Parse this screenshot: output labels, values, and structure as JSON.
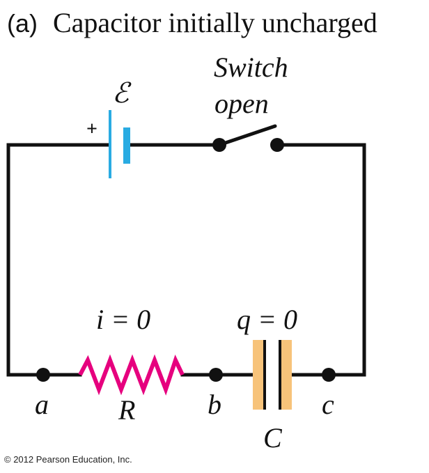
{
  "title": {
    "label": "(a)",
    "text": "Capacitor initially uncharged"
  },
  "battery": {
    "emf_symbol": "ℰ",
    "plus_sign": "+"
  },
  "switch": {
    "line1": "Switch",
    "line2": "open"
  },
  "resistor": {
    "current_label": "i = 0",
    "name": "R"
  },
  "capacitor": {
    "charge_label": "q = 0",
    "name": "C"
  },
  "nodes": {
    "a": "a",
    "b": "b",
    "c": "c"
  },
  "copyright": "© 2012 Pearson Education, Inc.",
  "colors": {
    "wire": "#111111",
    "battery": "#29abe2",
    "resistor": "#e6007e",
    "capacitor_fill": "#f7c37a"
  }
}
